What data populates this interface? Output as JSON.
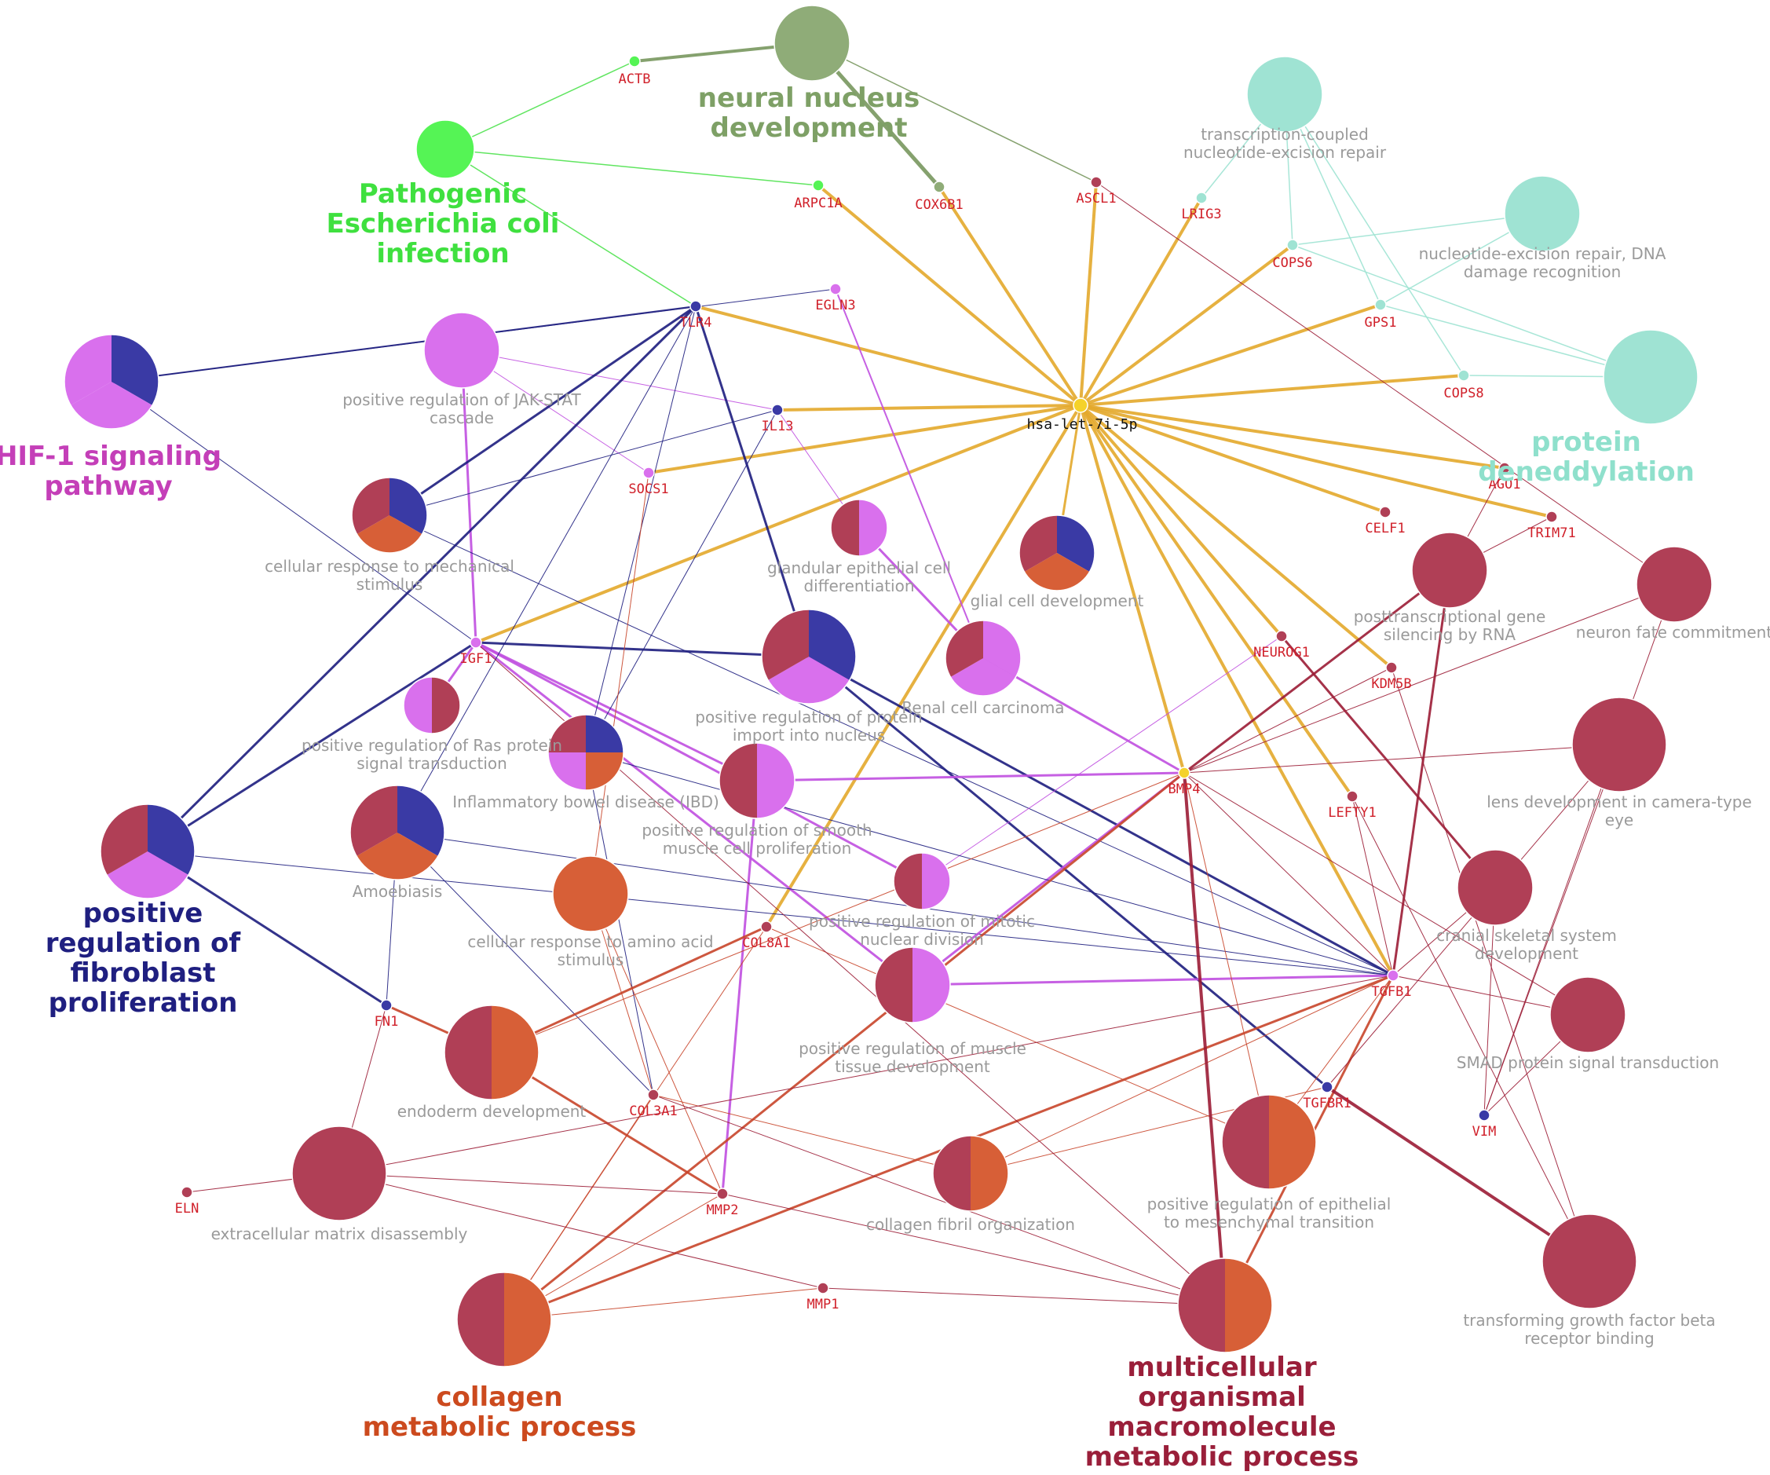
{
  "colors": {
    "maroon": "#b03f56",
    "orange": "#d75f37",
    "blue": "#3a3aa5",
    "violet": "#d970ed",
    "green": "#55f455",
    "olive": "#8fac78",
    "teal": "#9fe3d3",
    "mirna": "#f5d22a",
    "edge_mirna": "#e3a92b",
    "edge_blue": "#1d1d7e",
    "edge_violet": "#c04fe0",
    "edge_maroon": "#9b1c35",
    "edge_orange": "#c8452a",
    "edge_green": "#4fe24f",
    "edge_olive": "#78975e",
    "edge_teal": "#9fe3d3"
  },
  "hub": {
    "id": "hsa-let-7i-5p",
    "label": "hsa-let-7i-5p"
  },
  "group_labels": [
    {
      "text": [
        "neural nucleus",
        "development"
      ],
      "color": "#7ea066"
    },
    {
      "text": [
        "Pathogenic",
        "Escherichia coli",
        "infection"
      ],
      "color": "#3fe03f"
    },
    {
      "text": [
        "protein",
        "deneddylation"
      ],
      "color": "#8fe0cc"
    },
    {
      "text": [
        "HIF-1 signaling",
        "pathway"
      ],
      "color": "#c43fb8"
    },
    {
      "text": [
        "positive",
        "regulation of",
        "fibroblast",
        "proliferation"
      ],
      "color": "#1f1f80"
    },
    {
      "text": [
        "collagen",
        "metabolic process"
      ],
      "color": "#cc4a1e"
    },
    {
      "text": [
        "multicellular",
        "organismal",
        "macromolecule",
        "metabolic process"
      ],
      "color": "#9a1f3a"
    }
  ],
  "terms": [
    {
      "id": "neural-nucleus",
      "label": [],
      "colors": [
        "olive"
      ]
    },
    {
      "id": "ecoli",
      "label": [],
      "colors": [
        "green"
      ]
    },
    {
      "id": "tcner",
      "label": [
        "transcription-coupled",
        "nucleotide-excision repair"
      ],
      "colors": [
        "teal"
      ]
    },
    {
      "id": "nerdna",
      "label": [
        "nucleotide-excision repair, DNA",
        "damage recognition"
      ],
      "colors": [
        "teal"
      ]
    },
    {
      "id": "deneddylation",
      "label": [],
      "colors": [
        "teal"
      ]
    },
    {
      "id": "hif1",
      "label": [],
      "colors": [
        "blue",
        "violet",
        "violet"
      ]
    },
    {
      "id": "jakstat",
      "label": [
        "positive regulation of JAK-STAT",
        "cascade"
      ],
      "colors": [
        "violet"
      ]
    },
    {
      "id": "mech",
      "label": [
        "cellular response to mechanical",
        "stimulus"
      ],
      "colors": [
        "blue",
        "orange",
        "maroon"
      ]
    },
    {
      "id": "glandular",
      "label": [
        "glandular epithelial cell",
        "differentiation"
      ],
      "colors": [
        "violet",
        "maroon"
      ]
    },
    {
      "id": "glial",
      "label": [
        "glial cell development"
      ],
      "colors": [
        "blue",
        "orange",
        "maroon"
      ]
    },
    {
      "id": "protimport",
      "label": [
        "positive regulation of protein",
        "import into nucleus"
      ],
      "colors": [
        "blue",
        "violet",
        "maroon"
      ]
    },
    {
      "id": "renal",
      "label": [
        "Renal cell carcinoma"
      ],
      "colors": [
        "violet",
        "violet",
        "maroon"
      ]
    },
    {
      "id": "ras",
      "label": [
        "positive regulation of Ras protein",
        "signal transduction"
      ],
      "colors": [
        "maroon",
        "violet"
      ]
    },
    {
      "id": "ibd",
      "label": [
        "Inflammatory bowel disease (IBD)"
      ],
      "colors": [
        "blue",
        "orange",
        "violet",
        "maroon"
      ]
    },
    {
      "id": "smooth",
      "label": [
        "positive regulation of smooth",
        "muscle cell proliferation"
      ],
      "colors": [
        "violet",
        "maroon"
      ]
    },
    {
      "id": "fibro",
      "label": [],
      "colors": [
        "blue",
        "violet",
        "maroon"
      ]
    },
    {
      "id": "amoeb",
      "label": [
        "Amoebiasis"
      ],
      "colors": [
        "blue",
        "orange",
        "maroon"
      ]
    },
    {
      "id": "aminoacid",
      "label": [
        "cellular response to amino acid",
        "stimulus"
      ],
      "colors": [
        "orange"
      ]
    },
    {
      "id": "mitotic",
      "label": [
        "positive regulation of mitotic",
        "nuclear division"
      ],
      "colors": [
        "violet",
        "maroon"
      ]
    },
    {
      "id": "muscle",
      "label": [
        "positive regulation of muscle",
        "tissue development"
      ],
      "colors": [
        "violet",
        "maroon"
      ]
    },
    {
      "id": "endoderm",
      "label": [
        "endoderm development"
      ],
      "colors": [
        "orange",
        "maroon"
      ]
    },
    {
      "id": "ecm",
      "label": [
        "extracellular matrix disassembly"
      ],
      "colors": [
        "maroon"
      ]
    },
    {
      "id": "collagenfib",
      "label": [
        "collagen fibril organization"
      ],
      "colors": [
        "orange",
        "maroon"
      ]
    },
    {
      "id": "emt",
      "label": [
        "positive regulation of epithelial",
        "to mesenchymal transition"
      ],
      "colors": [
        "orange",
        "maroon"
      ]
    },
    {
      "id": "collagenmet",
      "label": [],
      "colors": [
        "orange",
        "maroon"
      ]
    },
    {
      "id": "multicell",
      "label": [],
      "colors": [
        "orange",
        "maroon"
      ]
    },
    {
      "id": "ptgs",
      "label": [
        "posttranscriptional gene",
        "silencing by RNA"
      ],
      "colors": [
        "maroon"
      ]
    },
    {
      "id": "neuronfate",
      "label": [
        "neuron fate commitment"
      ],
      "colors": [
        "maroon"
      ]
    },
    {
      "id": "lens",
      "label": [
        "lens development in camera-type",
        "eye"
      ],
      "colors": [
        "maroon"
      ]
    },
    {
      "id": "cranial",
      "label": [
        "cranial skeletal system",
        "development"
      ],
      "colors": [
        "maroon"
      ]
    },
    {
      "id": "smad",
      "label": [
        "SMAD protein signal transduction"
      ],
      "colors": [
        "maroon"
      ]
    },
    {
      "id": "tgfbr",
      "label": [
        "transforming growth factor beta",
        "receptor binding"
      ],
      "colors": [
        "maroon"
      ]
    }
  ],
  "genes": [
    {
      "id": "ACTB",
      "label": "ACTB",
      "color": "green"
    },
    {
      "id": "ARPC1A",
      "label": "ARPC1A",
      "color": "green"
    },
    {
      "id": "COX6B1",
      "label": "COX6B1",
      "color": "olive"
    },
    {
      "id": "ASCL1",
      "label": "ASCL1",
      "color": "maroon"
    },
    {
      "id": "LRIG3",
      "label": "LRIG3",
      "color": "teal"
    },
    {
      "id": "COPS6",
      "label": "COPS6",
      "color": "teal"
    },
    {
      "id": "GPS1",
      "label": "GPS1",
      "color": "teal"
    },
    {
      "id": "COPS8",
      "label": "COPS8",
      "color": "teal"
    },
    {
      "id": "TLR4",
      "label": "TLR4",
      "color": "blue"
    },
    {
      "id": "EGLN3",
      "label": "EGLN3",
      "color": "violet"
    },
    {
      "id": "IL13",
      "label": "IL13",
      "color": "blue"
    },
    {
      "id": "SOCS1",
      "label": "SOCS1",
      "color": "violet"
    },
    {
      "id": "AGO1",
      "label": "AGO1",
      "color": "maroon"
    },
    {
      "id": "CELF1",
      "label": "CELF1",
      "color": "maroon"
    },
    {
      "id": "TRIM71",
      "label": "TRIM71",
      "color": "maroon"
    },
    {
      "id": "IGF1",
      "label": "IGF1",
      "color": "violet"
    },
    {
      "id": "NEUROG1",
      "label": "NEUROG1",
      "color": "maroon"
    },
    {
      "id": "KDM5B",
      "label": "KDM5B",
      "color": "maroon"
    },
    {
      "id": "BMP4",
      "label": "BMP4",
      "color": "mirna"
    },
    {
      "id": "LEFTY1",
      "label": "LEFTY1",
      "color": "maroon"
    },
    {
      "id": "COL8A1",
      "label": "COL8A1",
      "color": "maroon"
    },
    {
      "id": "TGFB1",
      "label": "TGFB1",
      "color": "violet"
    },
    {
      "id": "FN1",
      "label": "FN1",
      "color": "blue"
    },
    {
      "id": "COL3A1",
      "label": "COL3A1",
      "color": "maroon"
    },
    {
      "id": "TGFBR1",
      "label": "TGFBR1",
      "color": "blue"
    },
    {
      "id": "VIM",
      "label": "VIM",
      "color": "blue"
    },
    {
      "id": "ELN",
      "label": "ELN",
      "color": "maroon"
    },
    {
      "id": "MMP2",
      "label": "MMP2",
      "color": "maroon"
    },
    {
      "id": "MMP1",
      "label": "MMP1",
      "color": "maroon"
    }
  ],
  "edges": [
    [
      "hsa-let-7i-5p",
      "ARPC1A",
      "edge_mirna",
      4
    ],
    [
      "hsa-let-7i-5p",
      "COX6B1",
      "edge_mirna",
      4
    ],
    [
      "hsa-let-7i-5p",
      "ASCL1",
      "edge_mirna",
      4
    ],
    [
      "hsa-let-7i-5p",
      "LRIG3",
      "edge_mirna",
      4
    ],
    [
      "hsa-let-7i-5p",
      "COPS6",
      "edge_mirna",
      4
    ],
    [
      "hsa-let-7i-5p",
      "GPS1",
      "edge_mirna",
      4
    ],
    [
      "hsa-let-7i-5p",
      "COPS8",
      "edge_mirna",
      4
    ],
    [
      "hsa-let-7i-5p",
      "TLR4",
      "edge_mirna",
      4
    ],
    [
      "hsa-let-7i-5p",
      "IL13",
      "edge_mirna",
      4
    ],
    [
      "hsa-let-7i-5p",
      "SOCS1",
      "edge_mirna",
      4
    ],
    [
      "hsa-let-7i-5p",
      "AGO1",
      "edge_mirna",
      4
    ],
    [
      "hsa-let-7i-5p",
      "CELF1",
      "edge_mirna",
      4
    ],
    [
      "hsa-let-7i-5p",
      "TRIM71",
      "edge_mirna",
      4
    ],
    [
      "hsa-let-7i-5p",
      "IGF1",
      "edge_mirna",
      4
    ],
    [
      "hsa-let-7i-5p",
      "NEUROG1",
      "edge_mirna",
      4
    ],
    [
      "hsa-let-7i-5p",
      "KDM5B",
      "edge_mirna",
      4
    ],
    [
      "hsa-let-7i-5p",
      "BMP4",
      "edge_mirna",
      4
    ],
    [
      "hsa-let-7i-5p",
      "LEFTY1",
      "edge_mirna",
      4
    ],
    [
      "hsa-let-7i-5p",
      "COL8A1",
      "edge_mirna",
      4
    ],
    [
      "hsa-let-7i-5p",
      "TGFB1",
      "edge_mirna",
      4
    ],
    [
      "hsa-let-7i-5p",
      "glial",
      "edge_mirna",
      3
    ],
    [
      "neural-nucleus",
      "ACTB",
      "edge_olive",
      4
    ],
    [
      "neural-nucleus",
      "COX6B1",
      "edge_olive",
      5
    ],
    [
      "neural-nucleus",
      "ASCL1",
      "edge_olive",
      1.5
    ],
    [
      "ecoli",
      "ACTB",
      "edge_green",
      1.5
    ],
    [
      "ecoli",
      "ARPC1A",
      "edge_green",
      1.5
    ],
    [
      "ecoli",
      "TLR4",
      "edge_green",
      1.5
    ],
    [
      "tcner",
      "LRIG3",
      "edge_teal",
      1.5
    ],
    [
      "tcner",
      "COPS6",
      "edge_teal",
      1.5
    ],
    [
      "tcner",
      "GPS1",
      "edge_teal",
      1.5
    ],
    [
      "tcner",
      "COPS8",
      "edge_teal",
      1.5
    ],
    [
      "nerdna",
      "COPS6",
      "edge_teal",
      1.5
    ],
    [
      "nerdna",
      "GPS1",
      "edge_teal",
      1.5
    ],
    [
      "deneddylation",
      "COPS6",
      "edge_teal",
      1.5
    ],
    [
      "deneddylation",
      "GPS1",
      "edge_teal",
      1.5
    ],
    [
      "deneddylation",
      "COPS8",
      "edge_teal",
      1.5
    ],
    [
      "hif1",
      "TLR4",
      "edge_blue",
      2
    ],
    [
      "hif1",
      "EGLN3",
      "edge_blue",
      1
    ],
    [
      "hif1",
      "IGF1",
      "edge_blue",
      1
    ],
    [
      "jakstat",
      "IL13",
      "edge_violet",
      1
    ],
    [
      "jakstat",
      "SOCS1",
      "edge_violet",
      1
    ],
    [
      "jakstat",
      "IGF1",
      "edge_violet",
      3
    ],
    [
      "mech",
      "TLR4",
      "edge_blue",
      3
    ],
    [
      "mech",
      "IL13",
      "edge_blue",
      1
    ],
    [
      "mech",
      "TGFB1",
      "edge_blue",
      1
    ],
    [
      "fibro",
      "TLR4",
      "edge_blue",
      3
    ],
    [
      "fibro",
      "IGF1",
      "edge_blue",
      3
    ],
    [
      "fibro",
      "FN1",
      "edge_blue",
      3
    ],
    [
      "fibro",
      "TGFB1",
      "edge_blue",
      1
    ],
    [
      "protimport",
      "IGF1",
      "edge_blue",
      3
    ],
    [
      "protimport",
      "TLR4",
      "edge_blue",
      3
    ],
    [
      "protimport",
      "TGFB1",
      "edge_blue",
      3
    ],
    [
      "protimport",
      "TGFBR1",
      "edge_blue",
      3
    ],
    [
      "renal",
      "EGLN3",
      "edge_violet",
      2
    ],
    [
      "renal",
      "BMP4",
      "edge_violet",
      3
    ],
    [
      "glandular",
      "IL13",
      "edge_violet",
      1
    ],
    [
      "glandular",
      "renal",
      "edge_violet",
      3
    ],
    [
      "smooth",
      "IGF1",
      "edge_violet",
      3
    ],
    [
      "smooth",
      "BMP4",
      "edge_violet",
      3
    ],
    [
      "smooth",
      "MMP2",
      "edge_violet",
      3
    ],
    [
      "muscle",
      "IGF1",
      "edge_violet",
      3
    ],
    [
      "muscle",
      "BMP4",
      "edge_violet",
      3
    ],
    [
      "muscle",
      "TGFB1",
      "edge_violet",
      3
    ],
    [
      "ras",
      "IGF1",
      "edge_violet",
      3
    ],
    [
      "mitotic",
      "IGF1",
      "edge_violet",
      3
    ],
    [
      "mitotic",
      "NEUROG1",
      "edge_violet",
      1
    ],
    [
      "ibd",
      "TLR4",
      "edge_blue",
      1
    ],
    [
      "ibd",
      "IL13",
      "edge_blue",
      1
    ],
    [
      "ibd",
      "TGFB1",
      "edge_blue",
      1
    ],
    [
      "ibd",
      "COL3A1",
      "edge_blue",
      1
    ],
    [
      "amoeb",
      "TLR4",
      "edge_blue",
      1
    ],
    [
      "amoeb",
      "FN1",
      "edge_blue",
      1
    ],
    [
      "amoeb",
      "TGFB1",
      "edge_blue",
      1
    ],
    [
      "amoeb",
      "COL3A1",
      "edge_blue",
      1
    ],
    [
      "aminoacid",
      "SOCS1",
      "edge_orange",
      1
    ],
    [
      "aminoacid",
      "MMP2",
      "edge_orange",
      1
    ],
    [
      "aminoacid",
      "COL3A1",
      "edge_orange",
      1
    ],
    [
      "endoderm",
      "FN1",
      "edge_orange",
      3
    ],
    [
      "endoderm",
      "COL8A1",
      "edge_orange",
      3
    ],
    [
      "endoderm",
      "MMP2",
      "edge_orange",
      3
    ],
    [
      "endoderm",
      "BMP4",
      "edge_orange",
      1
    ],
    [
      "collagenmet",
      "COL8A1",
      "edge_orange",
      1
    ],
    [
      "collagenmet",
      "TGFB1",
      "edge_orange",
      3
    ],
    [
      "collagenmet",
      "BMP4",
      "edge_orange",
      3
    ],
    [
      "collagenmet",
      "COL3A1",
      "edge_orange",
      1
    ],
    [
      "collagenmet",
      "MMP2",
      "edge_orange",
      1
    ],
    [
      "collagenmet",
      "MMP1",
      "edge_orange",
      1
    ],
    [
      "collagenfib",
      "COL3A1",
      "edge_orange",
      1
    ],
    [
      "collagenfib",
      "TGFB1",
      "edge_orange",
      1
    ],
    [
      "collagenfib",
      "TGFBR1",
      "edge_orange",
      1
    ],
    [
      "emt",
      "BMP4",
      "edge_orange",
      1
    ],
    [
      "emt",
      "TGFB1",
      "edge_orange",
      1
    ],
    [
      "emt",
      "COL8A1",
      "edge_orange",
      1
    ],
    [
      "multicell",
      "BMP4",
      "edge_maroon",
      4
    ],
    [
      "multicell",
      "TGFB1",
      "edge_orange",
      3
    ],
    [
      "multicell",
      "MMP2",
      "edge_maroon",
      1
    ],
    [
      "multicell",
      "COL3A1",
      "edge_maroon",
      1
    ],
    [
      "multicell",
      "MMP1",
      "edge_maroon",
      1
    ],
    [
      "multicell",
      "IGF1",
      "edge_maroon",
      1
    ],
    [
      "ecm",
      "ELN",
      "edge_maroon",
      1
    ],
    [
      "ecm",
      "FN1",
      "edge_maroon",
      1
    ],
    [
      "ecm",
      "MMP2",
      "edge_maroon",
      1
    ],
    [
      "ecm",
      "MMP1",
      "edge_maroon",
      1
    ],
    [
      "ecm",
      "TGFB1",
      "edge_maroon",
      1
    ],
    [
      "ptgs",
      "AGO1",
      "edge_maroon",
      1
    ],
    [
      "ptgs",
      "TRIM71",
      "edge_maroon",
      1
    ],
    [
      "ptgs",
      "BMP4",
      "edge_maroon",
      3
    ],
    [
      "ptgs",
      "TGFB1",
      "edge_maroon",
      3
    ],
    [
      "neuronfate",
      "ASCL1",
      "edge_maroon",
      1
    ],
    [
      "neuronfate",
      "BMP4",
      "edge_maroon",
      1
    ],
    [
      "neuronfate",
      "VIM",
      "edge_maroon",
      1
    ],
    [
      "lens",
      "BMP4",
      "edge_maroon",
      1
    ],
    [
      "lens",
      "TGFBR1",
      "edge_maroon",
      1
    ],
    [
      "lens",
      "VIM",
      "edge_maroon",
      1
    ],
    [
      "cranial",
      "NEUROG1",
      "edge_maroon",
      3
    ],
    [
      "cranial",
      "TGFB1",
      "edge_maroon",
      1
    ],
    [
      "cranial",
      "VIM",
      "edge_maroon",
      1
    ],
    [
      "smad",
      "BMP4",
      "edge_maroon",
      1
    ],
    [
      "smad",
      "TGFB1",
      "edge_maroon",
      1
    ],
    [
      "smad",
      "VIM",
      "edge_maroon",
      1
    ],
    [
      "tgfbr",
      "TGFBR1",
      "edge_maroon",
      4
    ],
    [
      "tgfbr",
      "LEFTY1",
      "edge_maroon",
      1
    ],
    [
      "tgfbr",
      "KDM5B",
      "edge_maroon",
      1
    ],
    [
      "KDM5B",
      "BMP4",
      "edge_maroon",
      1
    ],
    [
      "LEFTY1",
      "TGFB1",
      "edge_maroon",
      1
    ],
    [
      "BMP4",
      "TGFB1",
      "edge_maroon",
      1
    ]
  ]
}
